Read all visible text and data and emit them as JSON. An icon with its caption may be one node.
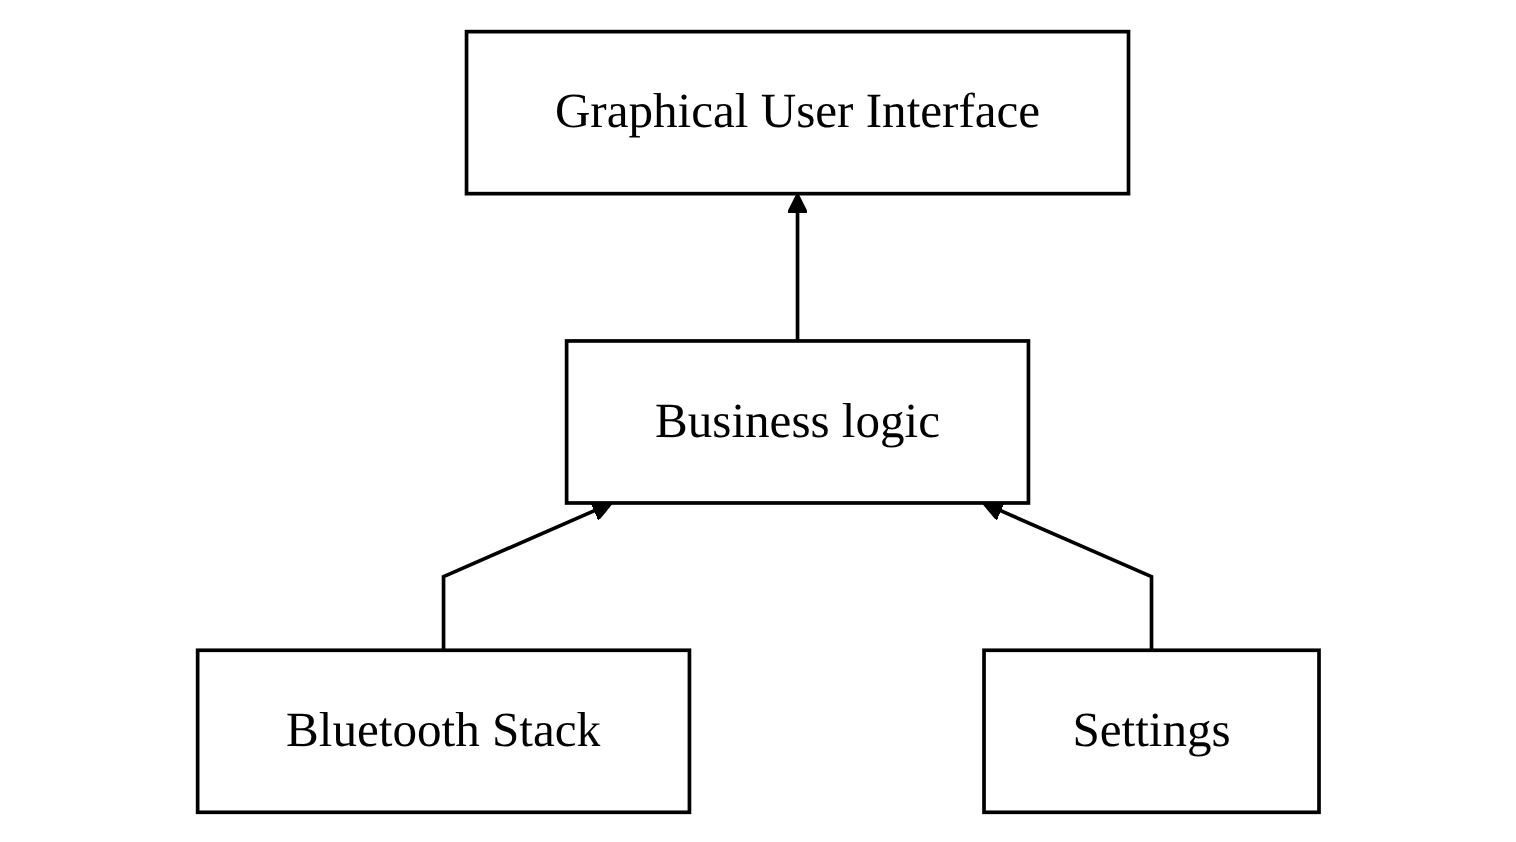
{
  "diagram": {
    "nodes": [
      {
        "text": [
          "Graphical User Interface"
        ]
      },
      {
        "text": [
          "Business logic"
        ]
      },
      {
        "text": [
          "Bluetooth Stack"
        ]
      },
      {
        "text": [
          "Settings"
        ]
      }
    ],
    "edges": [
      {
        "from": 1,
        "to": 0,
        "arrow": "to"
      },
      {
        "from": 2,
        "to": 1,
        "arrow": "to"
      },
      {
        "from": 3,
        "to": 1,
        "arrow": "to"
      }
    ]
  }
}
